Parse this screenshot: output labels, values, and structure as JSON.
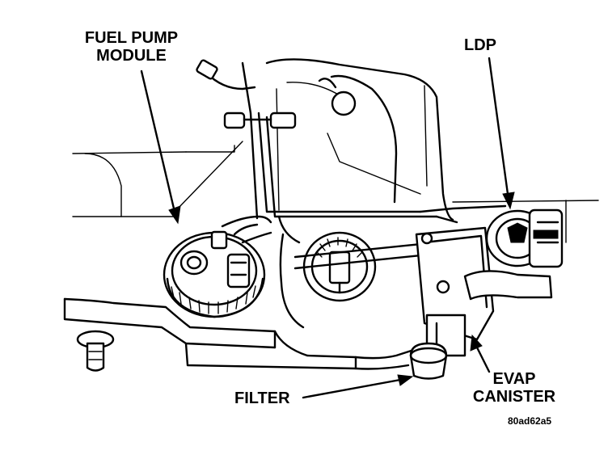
{
  "labels": {
    "fuel_pump_module_line1": "FUEL PUMP",
    "fuel_pump_module_line2": "MODULE",
    "ldp": "LDP",
    "evap_line1": "EVAP",
    "evap_line2": "CANISTER",
    "filter": "FILTER",
    "figure_code": "80ad62a5"
  },
  "colors": {
    "ink": "#000000",
    "paper": "#ffffff"
  }
}
